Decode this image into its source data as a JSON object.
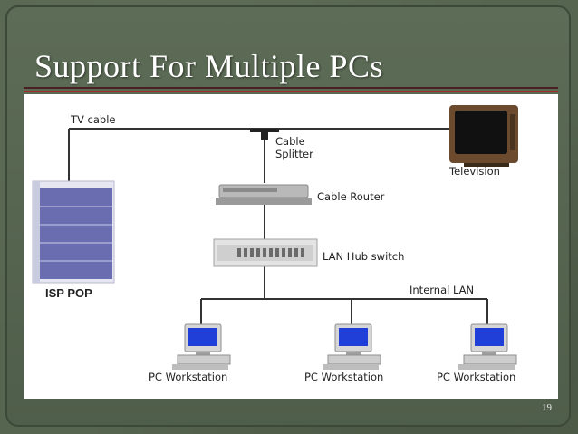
{
  "slide": {
    "title": "Support For Multiple PCs",
    "page_number": "19"
  },
  "diagram": {
    "labels": {
      "tv_cable": "TV cable",
      "cable_splitter_line1": "Cable",
      "cable_splitter_line2": "Splitter",
      "television": "Television",
      "cable_router": "Cable Router",
      "lan_hub_switch": "LAN Hub switch",
      "isp_pop": "ISP POP",
      "internal_lan": "Internal LAN",
      "workstations": [
        "PC Workstation",
        "PC Workstation",
        "PC Workstation"
      ]
    },
    "colors": {
      "isp_rack": "#6a6eb0",
      "monitor_screen": "#1f3fd8",
      "rule_red": "#a12b2b",
      "slide_background": "#56654f"
    }
  }
}
